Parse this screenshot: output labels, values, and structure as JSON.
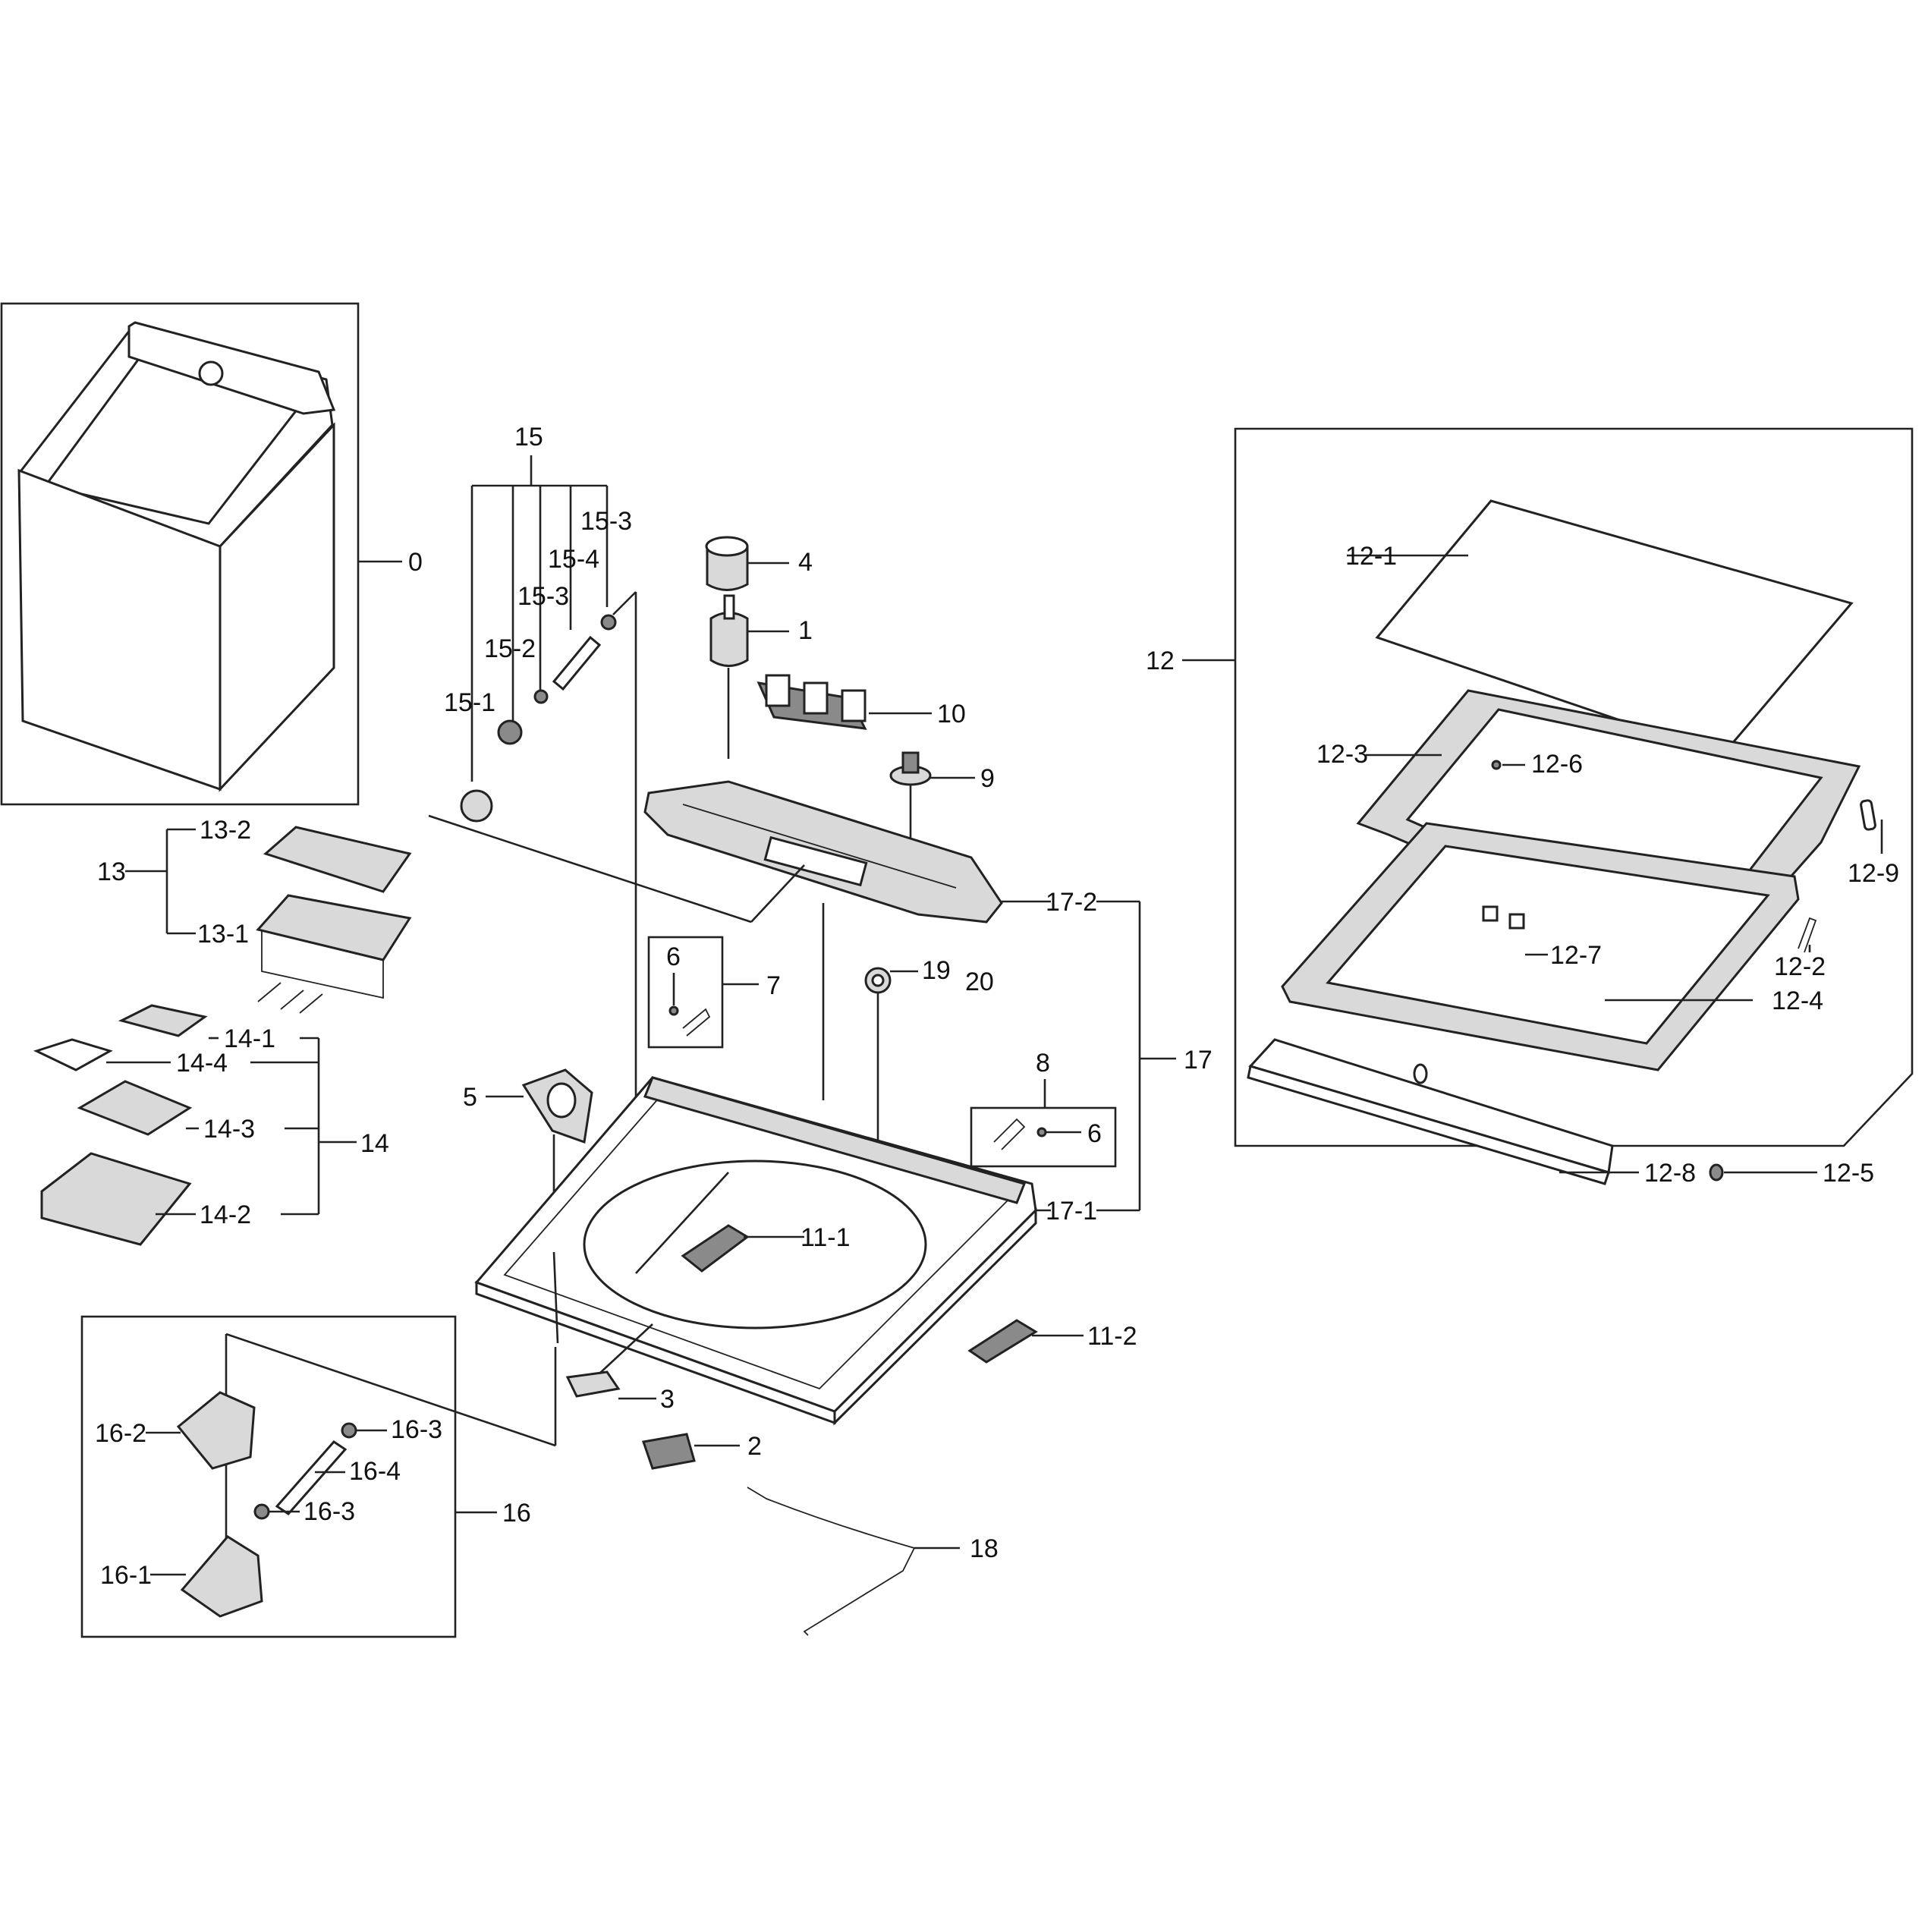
{
  "labels": {
    "p0": "0",
    "p1": "1",
    "p2": "2",
    "p3": "3",
    "p4": "4",
    "p5": "5",
    "p6a": "6",
    "p6b": "6",
    "p7": "7",
    "p8": "8",
    "p9": "9",
    "p10": "10",
    "p11_1": "11-1",
    "p11_2": "11-2",
    "p12": "12",
    "p12_1": "12-1",
    "p12_2": "12-2",
    "p12_3": "12-3",
    "p12_4": "12-4",
    "p12_5": "12-5",
    "p12_6": "12-6",
    "p12_7": "12-7",
    "p12_8": "12-8",
    "p12_9": "12-9",
    "p13": "13",
    "p13_1": "13-1",
    "p13_2": "13-2",
    "p14": "14",
    "p14_1": "14-1",
    "p14_2": "14-2",
    "p14_3": "14-3",
    "p14_4": "14-4",
    "p15": "15",
    "p15_1": "15-1",
    "p15_2": "15-2",
    "p15_3a": "15-3",
    "p15_3b": "15-3",
    "p15_4": "15-4",
    "p16": "16",
    "p16_1": "16-1",
    "p16_2": "16-2",
    "p16_3a": "16-3",
    "p16_3b": "16-3",
    "p16_4": "16-4",
    "p17": "17",
    "p17_1": "17-1",
    "p17_2": "17-2",
    "p18": "18",
    "p19": "19",
    "p20": "20"
  }
}
